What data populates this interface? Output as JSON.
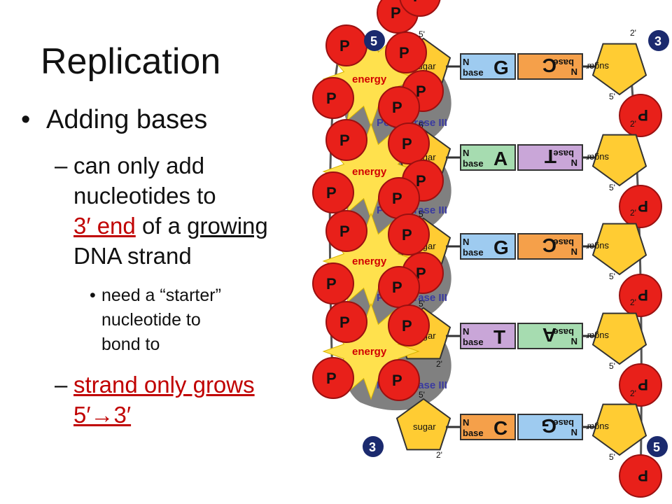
{
  "slide": {
    "title": "Replication",
    "bullet1": "Adding bases",
    "sub1": {
      "line1": "can only add",
      "line2": "nucleotides to",
      "red_part": "3′ end",
      "line3_mid": " of a ",
      "growing": "growing",
      "line4": "DNA strand"
    },
    "subsub": {
      "line1": "need a “starter”",
      "line2": "nucleotide to",
      "line3": "bond to"
    },
    "sub2": {
      "line1": "strand only grows",
      "line2": "5′→3′"
    }
  },
  "diagram": {
    "end_labels": {
      "top_left": "5",
      "top_right": "3",
      "bottom_left": "3",
      "bottom_right": "5"
    },
    "phosphate_label": "P",
    "energy_label": "energy",
    "polymerase_label": "Polymerase III",
    "sugar_label": "sugar",
    "n_label": "N",
    "base_label": "base",
    "pairs": [
      {
        "left": "G",
        "right": "C"
      },
      {
        "left": "A",
        "right": "T"
      },
      {
        "left": "G",
        "right": "C"
      },
      {
        "left": "T",
        "right": "A"
      },
      {
        "left": "C",
        "right": "G"
      }
    ],
    "colors": {
      "phosphate": "#e8201a",
      "sugar": "#ffcc33",
      "energy": "#ffe14d",
      "polymerase": "#808080",
      "badge": "#1b2a6e",
      "G": "#9ecbf0",
      "C": "#f5a04a",
      "A": "#a6dcb0",
      "T": "#c9a6d8"
    }
  }
}
